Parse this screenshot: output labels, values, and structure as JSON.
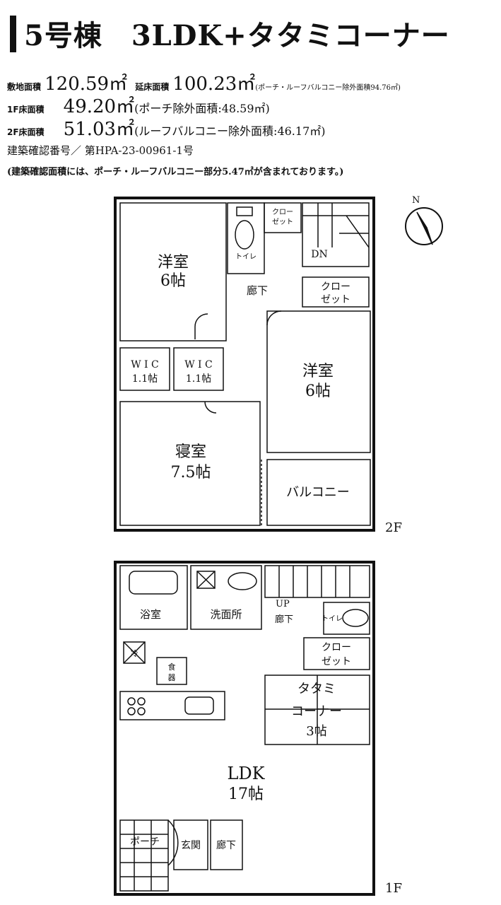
{
  "header": {
    "title": "5号棟　3LDK+タタミコーナー",
    "site_area_label": "敷地面積",
    "site_area_value": "120.59㎡",
    "total_floor_label": "延床面積",
    "total_floor_value": "100.23㎡",
    "total_floor_note": "(ポーチ・ルーフバルコニー除外面積94.76㎡)",
    "floor1_label": "1F床面積",
    "floor1_value": "49.20㎡",
    "floor1_note": "(ポーチ除外面積:48.59㎡)",
    "floor2_label": "2F床面積",
    "floor2_value": "51.03㎡",
    "floor2_note": "(ルーフバルコニー除外面積:46.17㎡)",
    "permit": "建築確認番号／ 第HPA-23-00961-1号",
    "permit_note": "(建築確認面積には、ポーチ・ルーフバルコニー部分5.47㎡が含まれております。)"
  },
  "compass_label": "N",
  "floor2": {
    "label": "2F",
    "western1_name": "洋室",
    "western1_size": "6帖",
    "toilet": "トイレ",
    "closet_small_1": "クロー",
    "closet_small_2": "ゼット",
    "stairs_dn": "DN",
    "hall": "廊下",
    "closet_1": "クロー",
    "closet_2": "ゼット",
    "wic1_name": "W I C",
    "wic1_size": "1.1帖",
    "wic2_name": "W I C",
    "wic2_size": "1.1帖",
    "western2_name": "洋室",
    "western2_size": "6帖",
    "bedroom_name": "寝室",
    "bedroom_size": "7.5帖",
    "balcony": "バルコニー"
  },
  "floor1": {
    "label": "1F",
    "bath": "浴室",
    "washroom": "洗面所",
    "stairs_up": "UP",
    "hall_upper": "廊下",
    "toilet": "トイレ",
    "closet_1": "クロー",
    "closet_2": "ゼット",
    "fridge": "冷",
    "cupboard_1": "食",
    "cupboard_2": "器",
    "tatami_1": "タタミ",
    "tatami_2": "コーナー",
    "tatami_size": "3帖",
    "ldk_name": "LDK",
    "ldk_size": "17帖",
    "porch": "ポーチ",
    "entrance": "玄関",
    "hall_lower": "廊下"
  }
}
